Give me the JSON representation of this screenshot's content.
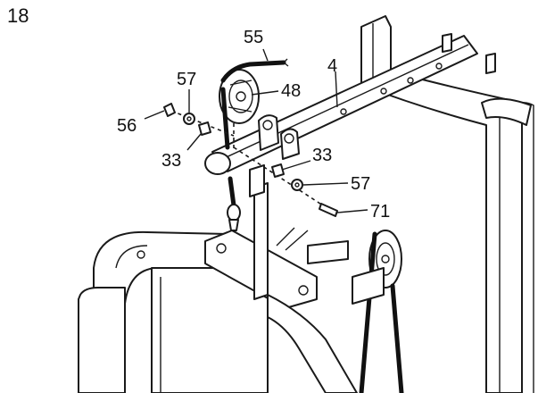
{
  "step_number": "18",
  "callouts": [
    {
      "id": "c55a",
      "text": "55"
    },
    {
      "id": "c57a",
      "text": "57"
    },
    {
      "id": "c48",
      "text": "48"
    },
    {
      "id": "c4",
      "text": "4"
    },
    {
      "id": "c56",
      "text": "56"
    },
    {
      "id": "c33a",
      "text": "33"
    },
    {
      "id": "c33b",
      "text": "33"
    },
    {
      "id": "c57b",
      "text": "57"
    },
    {
      "id": "c71",
      "text": "71"
    }
  ]
}
